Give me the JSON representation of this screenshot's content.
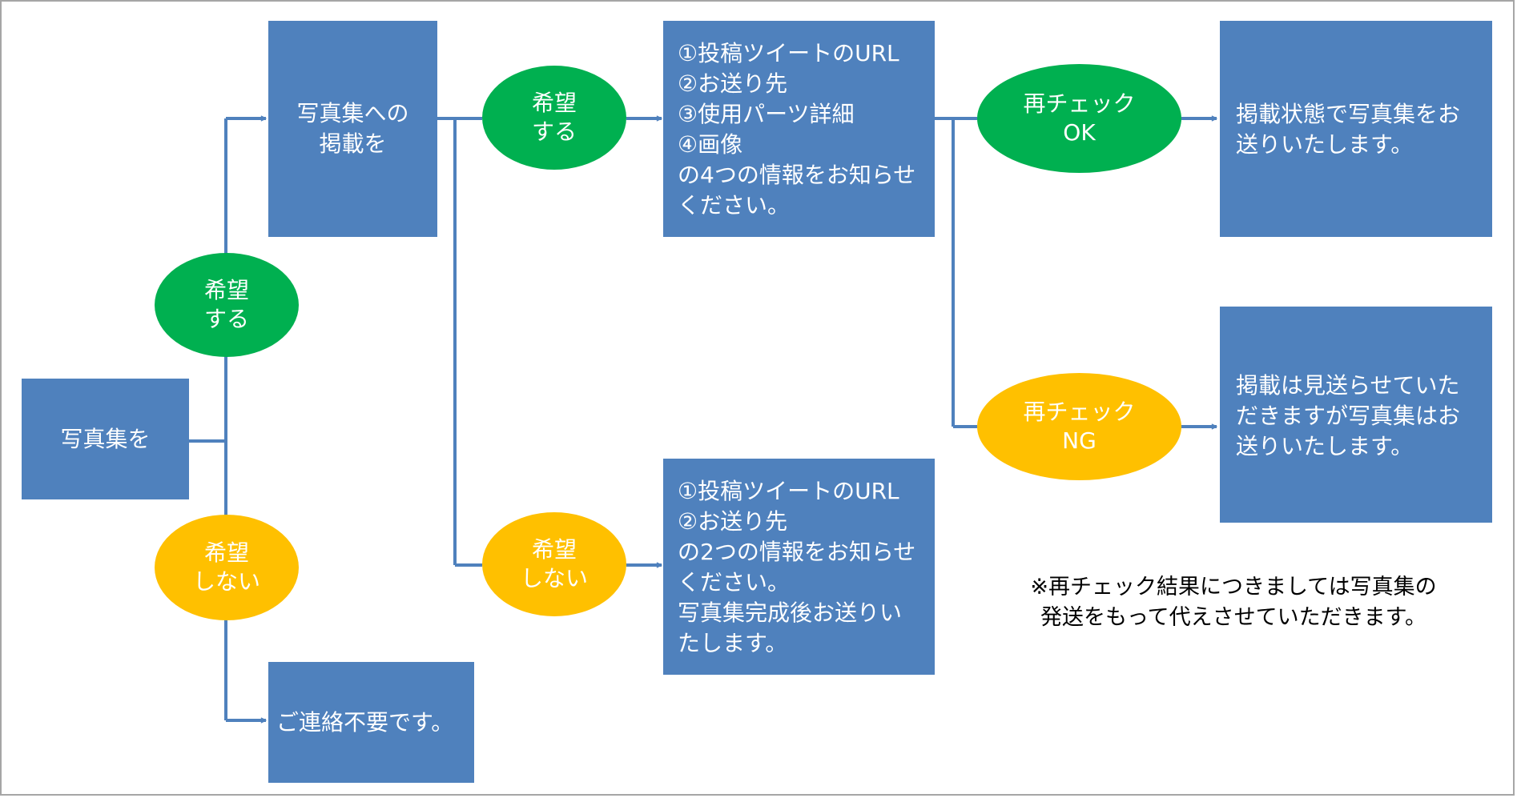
{
  "diagram": {
    "colors": {
      "box": "#4f81bd",
      "hope_yes": "#00b050",
      "hope_no": "#ffc000",
      "connector": "#4f81bd"
    },
    "nodes": {
      "start": "写真集を",
      "hope_yes_1": "希望\nする",
      "hope_no_1": "希望\nしない",
      "publish_request": "写真集への\n掲載を",
      "no_contact": "ご連絡不要です。",
      "hope_yes_2": "希望\nする",
      "hope_no_2": "希望\nしない",
      "info_four": "①投稿ツイートのURL\n②お送り先\n③使用パーツ詳細\n④画像\nの4つの情報をお知らせください。",
      "info_two": "①投稿ツイートのURL\n②お送り先\nの2つの情報をお知らせください。\n写真集完成後お送りいたします。",
      "recheck_ok": "再チェック\nOK",
      "recheck_ng": "再チェック\nNG",
      "result_ok": "掲載状態で写真集をお送りいたします。",
      "result_ng": "掲載は見送らせていただきますが写真集はお送りいたします。"
    },
    "note": "※再チェック結果につきましては写真集の\n発送をもって代えさせていただきます。"
  }
}
